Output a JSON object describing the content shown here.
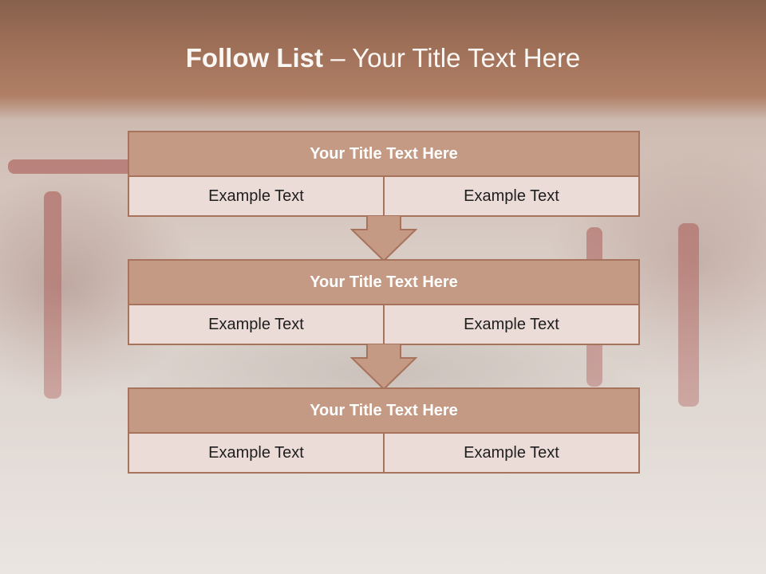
{
  "slide": {
    "title_bold": "Follow List",
    "title_rest": "– Your Title Text Here"
  },
  "blocks": [
    {
      "title": "Your Title Text Here",
      "left": "Example Text",
      "right": "Example Text"
    },
    {
      "title": "Your Title Text Here",
      "left": "Example Text",
      "right": "Example Text"
    },
    {
      "title": "Your Title Text Here",
      "left": "Example Text",
      "right": "Example Text"
    }
  ],
  "colors": {
    "banner": "#9f7058",
    "header_fill": "#c49a84",
    "border": "#a8735d",
    "cell_fill": "#ebdcd7"
  }
}
